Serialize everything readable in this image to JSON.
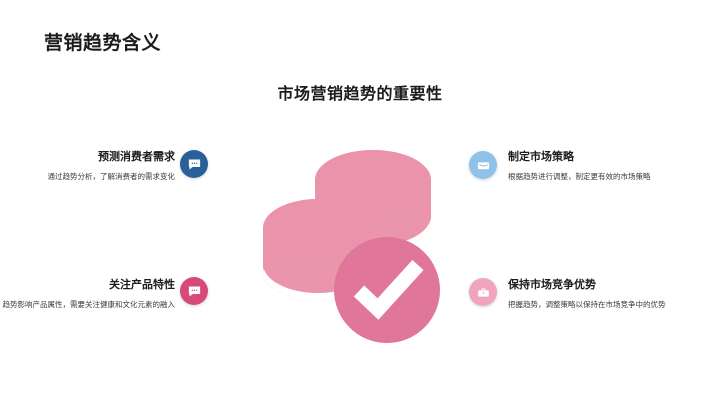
{
  "slide": {
    "title": "营销趋势含义",
    "subtitle": "市场营销趋势的重要性",
    "background_color": "#ffffff",
    "title_color": "#1c1c1c"
  },
  "illustration": {
    "name": "coins-and-checkmark-illustration",
    "coin_color": "#e8849f",
    "coin_color_light": "#eb95ad",
    "check_circle_color": "#e0769a",
    "check_color": "#ffffff"
  },
  "items": [
    {
      "id": "predict-consumer-demand",
      "title": "预测消费者需求",
      "desc": "通过趋势分析，了解消费者的需求变化",
      "icon": "chat-bubble-icon",
      "badge_color": "#2a6099",
      "side": "left"
    },
    {
      "id": "formulate-market-strategy",
      "title": "制定市场策略",
      "desc": "根据趋势进行调整，制定更有效的市场策略",
      "icon": "envelope-icon",
      "badge_color": "#8ec2e8",
      "side": "right"
    },
    {
      "id": "focus-product-features",
      "title": "关注产品特性",
      "desc": "趋势影响产品属性，需要关注健康和文化元素的融入",
      "icon": "chat-bubble-icon",
      "badge_color": "#d6497a",
      "side": "left"
    },
    {
      "id": "maintain-competitive-advantage",
      "title": "保持市场竞争优势",
      "desc": "把握趋势，调整策略以保持在市场竞争中的优势",
      "icon": "briefcase-icon",
      "badge_color": "#f0a4bd",
      "side": "right"
    }
  ]
}
